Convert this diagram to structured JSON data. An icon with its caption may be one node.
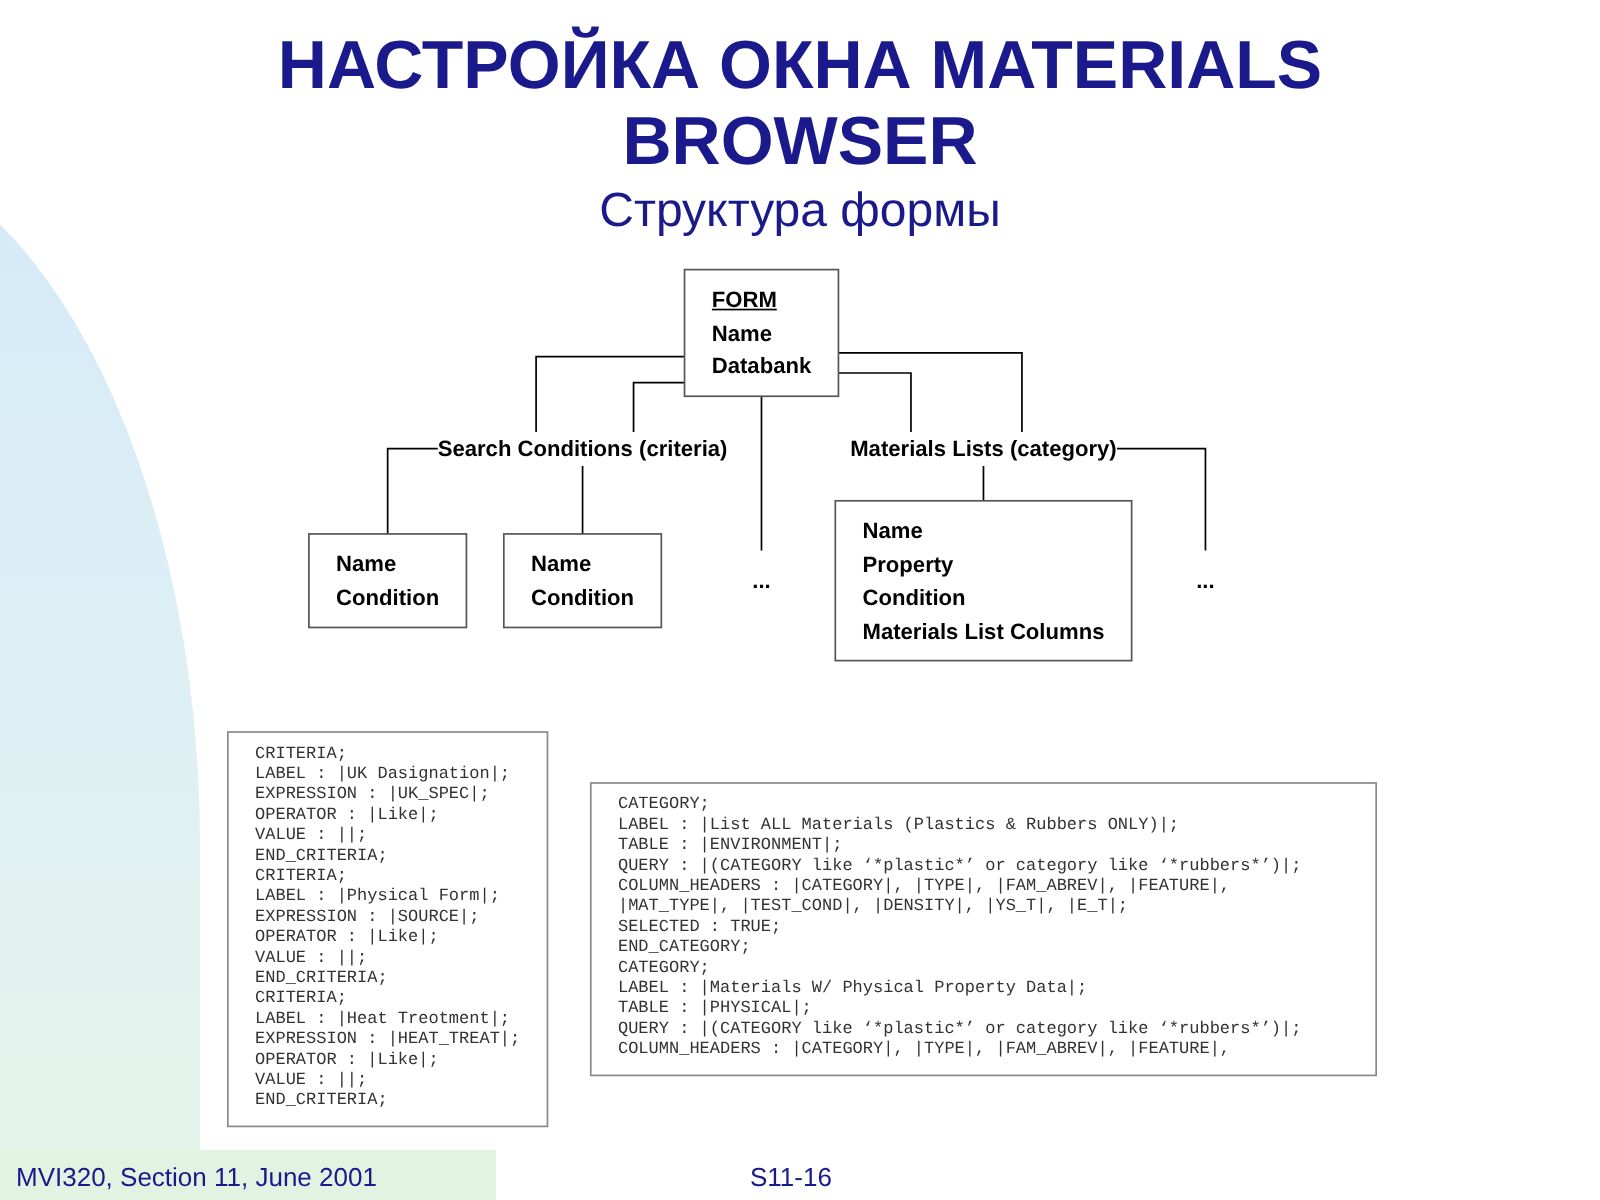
{
  "diagram": {
    "title": "НАСТРОЙКА ОКНА MATERIALS BROWSER",
    "nodes": [
      {
        "text": [
          "FORM",
          "Name",
          "Databank"
        ]
      },
      {
        "text": [
          "Name",
          "Condition"
        ]
      },
      {
        "text": [
          "Name",
          "Condition"
        ]
      },
      {
        "text": [
          "..."
        ]
      },
      {
        "text": [
          "Name",
          "Property",
          "Condition",
          "Materials List Columns"
        ]
      },
      {
        "text": [
          "..."
        ]
      },
      {
        "text": [
          "CRITERIA;",
          "LABEL : |UK Dasignation|;",
          "EXPRESSION : |UK_SPEC|;",
          "OPERATOR : |Like|;",
          "VALUE : ||;",
          "END_CRITERIA;",
          "CRITERIA;",
          "LABEL : |Physical Form|;",
          "EXPRESSION : |SOURCE|;",
          "OPERATOR : |Like|;",
          "VALUE : ||;",
          "END_CRITERIA;",
          "CRITERIA;",
          "LABEL : |Heat Treotment|;",
          "EXPRESSION : |HEAT_TREAT|;",
          "OPERATOR : |Like|;",
          "VALUE : ||;",
          "END_CRITERIA;"
        ]
      },
      {
        "text": [
          "CATEGORY;",
          "LABEL : |List ALL Materials (Plastics & Rubbers ONLY)|;",
          "TABLE : |ENVIRONMENT|;",
          "QUERY : |(CATEGORY like ‘*plastic*’ or category like ‘*rubbers*’)|;",
          "COLUMN_HEADERS : |CATEGORY|, |TYPE|, |FAM_ABREV|, |FEATURE|, |MAT_TYPE|, |TEST_COND|, |DENSITY|, |YS_T|, |E_T|;",
          "SELECTED : TRUE;",
          "END_CATEGORY;",
          "CATEGORY;",
          "LABEL : |Materials W/ Physical Property Data|;",
          "TABLE : |PHYSICAL|;",
          "QUERY : |(CATEGORY like ‘*plastic*’ or category like ‘*rubbers*’)|;",
          "COLUMN_HEADERS : |CATEGORY|, |TYPE|, |FAM_ABREV|, |FEATURE|,"
        ]
      }
    ],
    "edges": [
      {
        "from": 0,
        "to": 1,
        "arrow": "none"
      },
      {
        "from": 0,
        "to": 2,
        "arrow": "none",
        "label": "Search Conditions (criteria)"
      },
      {
        "from": 0,
        "to": 3,
        "arrow": "none"
      },
      {
        "from": 0,
        "to": 4,
        "arrow": "none",
        "label": "Materials Lists (category)"
      },
      {
        "from": 0,
        "to": 5,
        "arrow": "none"
      }
    ],
    "labels": [
      "Структура формы",
      "MVI320, Section 11, June 2001",
      "S11-16"
    ]
  }
}
